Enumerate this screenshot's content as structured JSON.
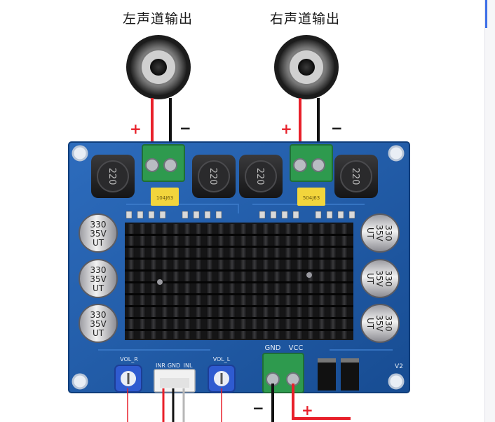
{
  "top_labels": {
    "left_output": "左声道输出",
    "right_output": "右声道输出"
  },
  "polarity": {
    "positive": "+",
    "negative": "−"
  },
  "board": {
    "inductor_value": "220",
    "film_cap_left": "104J63",
    "film_cap_right": "504J63",
    "elcap_line1": "330",
    "elcap_line2": "35V",
    "elcap_line3": "UT",
    "vol_r_label": "VOL_R",
    "vol_l_label": "VOL_L",
    "gnd_label": "GND",
    "vcc_label": "VCC",
    "inr_label": "INR",
    "gnd_in_label": "GND",
    "inl_label": "INL",
    "version": "V2"
  },
  "colors": {
    "pcb": "#1f5aa6",
    "terminal": "#2e9a4e",
    "heatsink": "#1b1b1d",
    "film_cap": "#f2d53c",
    "positive_wire": "#e8202a",
    "negative_wire": "#111111"
  }
}
